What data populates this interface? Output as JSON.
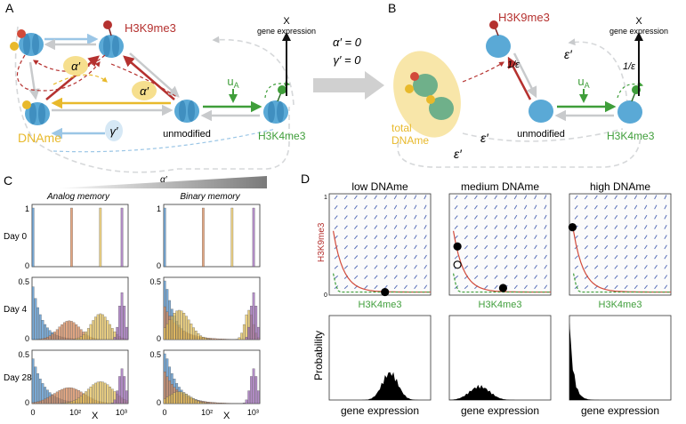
{
  "colors": {
    "nucleosome": "#5aa9d6",
    "nucleosome_green": "#6fb08a",
    "h3k9": "#b5312f",
    "h3k4": "#3f9e3a",
    "dname": "#e8b92b",
    "dname_pale": "#f6df8e",
    "gamma": "#9bc6e6",
    "grey": "#c8cacc",
    "blue_hist": "#4f8fc9",
    "red_hist": "#d98a5a",
    "yellow_hist": "#e6c15a",
    "purple_hist": "#9a66b4"
  },
  "panelA": {
    "letter": "A",
    "h3k9_label": "H3K9me3",
    "dname_label": "DNAme",
    "unmod_label": "unmodified",
    "h3k4_label": "H3K4me3",
    "x_label": "X",
    "gene_label": "gene expression",
    "u_label": "u",
    "u_sub": "A",
    "alpha_label": "α′",
    "gamma_label": "γ′"
  },
  "transition": {
    "line1": "α′ = 0",
    "line2": "γ′ = 0"
  },
  "panelB": {
    "letter": "B",
    "h3k9_label": "H3K9me3",
    "total_label_1": "total",
    "total_label_2": "DNAme",
    "unmod_label": "unmodified",
    "h3k4_label": "H3K4me3",
    "x_label": "X",
    "gene_label": "gene expression",
    "eps_label": "ε′",
    "inv_eps": "1/ε",
    "u_label": "u",
    "u_sub": "A"
  },
  "panelC": {
    "letter": "C",
    "alpha_label": "α′",
    "col_titles": [
      "Analog memory",
      "Binary memory"
    ],
    "row_labels": [
      "Day 0",
      "Day 4",
      "Day 28"
    ],
    "ymax_labels": [
      "1",
      "0.5",
      "0.5"
    ],
    "y0": "0",
    "x_ticks": [
      "0",
      "10²",
      "10³"
    ],
    "x_label": "X"
  },
  "panelD": {
    "letter": "D",
    "titles": [
      "low DNAme",
      "medium DNAme",
      "high DNAme"
    ],
    "y_axis": "H3K9me3",
    "x_axis": "H3K4me3",
    "prob_label": "Probability",
    "gene_label": "gene expression",
    "axis_one": "1",
    "axis_zero": "0"
  },
  "chart_data": [
    {
      "type": "bar",
      "title": "Analog memory — Day 0",
      "series": [
        {
          "color": "blue",
          "peak_x": 0,
          "peak_height": 1.0
        },
        {
          "color": "orange",
          "peak_x": 80,
          "peak_height": 1.0
        },
        {
          "color": "yellow",
          "peak_x": 400,
          "peak_height": 1.0
        },
        {
          "color": "purple",
          "peak_x": 1000,
          "peak_height": 1.0
        }
      ],
      "ylim": [
        0,
        1
      ]
    },
    {
      "type": "bar",
      "title": "Binary memory — Day 0",
      "series": [
        {
          "color": "blue",
          "peak_x": 0,
          "peak_height": 1.0
        },
        {
          "color": "orange",
          "peak_x": 80,
          "peak_height": 1.0
        },
        {
          "color": "yellow",
          "peak_x": 400,
          "peak_height": 1.0
        },
        {
          "color": "purple",
          "peak_x": 1000,
          "peak_height": 1.0
        }
      ],
      "ylim": [
        0,
        1
      ]
    }
  ]
}
